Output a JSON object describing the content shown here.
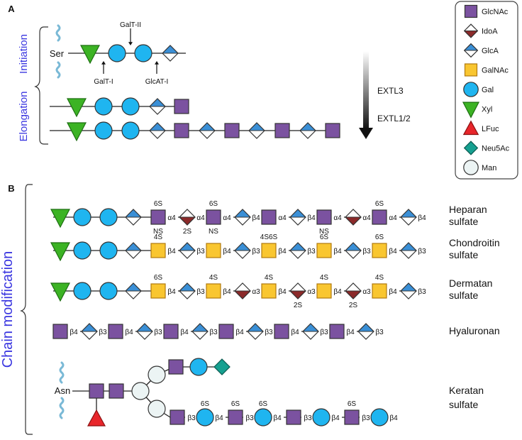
{
  "panel_labels": {
    "a": "A",
    "b": "B"
  },
  "side_labels": {
    "initiation": "Initiation",
    "elongation": "Elongation",
    "chain_modification": "Chain modification"
  },
  "colors": {
    "GlcNAc": "#7b52a0",
    "IdoA": "#8b2a2a",
    "GlcA": "#3a8fd6",
    "GalNAc": "#f9c630",
    "Gal": "#1fb5f0",
    "Xyl": "#3cb324",
    "LFuc": "#e8262b",
    "Neu5Ac": "#16a090",
    "Man": "#ecf4f4",
    "label_blue": "#3a36e0",
    "wave": "#7ab9d6"
  },
  "legend": [
    {
      "symbol": "GlcNAc",
      "label": "GlcNAc"
    },
    {
      "symbol": "IdoA",
      "label": "IdoA"
    },
    {
      "symbol": "GlcA",
      "label": "GlcA"
    },
    {
      "symbol": "GalNAc",
      "label": "GalNAc"
    },
    {
      "symbol": "Gal",
      "label": "Gal"
    },
    {
      "symbol": "Xyl",
      "label": "Xyl"
    },
    {
      "symbol": "LFuc",
      "label": "LFuc"
    },
    {
      "symbol": "Neu5Ac",
      "label": "Neu5Ac"
    },
    {
      "symbol": "Man",
      "label": "Man"
    }
  ],
  "panel_a": {
    "anchor": "Ser",
    "enzymes": {
      "galt2": "GalT-II",
      "galt1": "GalT-I",
      "glcat1": "GlcAT-I"
    },
    "initiation": [
      "Xyl",
      "Gal",
      "Gal",
      "GlcA"
    ],
    "elongation_1": [
      "Xyl",
      "Gal",
      "Gal",
      "GlcA",
      "GlcNAc"
    ],
    "elongation_2": [
      "Xyl",
      "Gal",
      "Gal",
      "GlcA",
      "GlcNAc",
      "GlcA",
      "GlcNAc",
      "GlcA",
      "GlcNAc",
      "GlcA",
      "GlcNAc"
    ],
    "arrow_labels": {
      "extl3": "EXTL3",
      "extl12": "EXTL1/2"
    }
  },
  "chains": [
    {
      "name": "Heparan sulfate",
      "name_lines": [
        "Heparan",
        "sulfate"
      ],
      "residues": [
        {
          "s": "Xyl"
        },
        {
          "s": "Gal"
        },
        {
          "s": "Gal"
        },
        {
          "s": "GlcA"
        },
        {
          "s": "GlcNAc",
          "top": "6S",
          "bottom": "NS",
          "link": "α4"
        },
        {
          "s": "IdoA",
          "bottom": "2S",
          "link": "α4"
        },
        {
          "s": "GlcNAc",
          "top": "6S",
          "bottom": "NS",
          "link": "α4"
        },
        {
          "s": "GlcA",
          "link": "β4"
        },
        {
          "s": "GlcNAc",
          "link": "α4"
        },
        {
          "s": "GlcA",
          "link": "β4"
        },
        {
          "s": "GlcNAc",
          "bottom": "NS",
          "link": "α4"
        },
        {
          "s": "IdoA",
          "link": "α4"
        },
        {
          "s": "GlcNAc",
          "top": "6S",
          "link": "α4"
        },
        {
          "s": "GlcA",
          "link": "β4"
        }
      ]
    },
    {
      "name": "Chondroitin sulfate",
      "name_lines": [
        "Chondroitin",
        "sulfate"
      ],
      "residues": [
        {
          "s": "Xyl"
        },
        {
          "s": "Gal"
        },
        {
          "s": "Gal"
        },
        {
          "s": "GlcA"
        },
        {
          "s": "GalNAc",
          "top": "4S",
          "link": "β4"
        },
        {
          "s": "GlcA",
          "link": "β3"
        },
        {
          "s": "GalNAc",
          "link": "β4"
        },
        {
          "s": "GlcA",
          "link": "β3"
        },
        {
          "s": "GalNAc",
          "top": "4S6S",
          "link": "β4"
        },
        {
          "s": "GlcA",
          "link": "β3"
        },
        {
          "s": "GalNAc",
          "top": "6S",
          "link": "β4"
        },
        {
          "s": "GlcA",
          "link": "β3"
        },
        {
          "s": "GalNAc",
          "top": "6S",
          "link": "β4"
        },
        {
          "s": "GlcA",
          "link": "β3"
        }
      ]
    },
    {
      "name": "Dermatan sulfate",
      "name_lines": [
        "Dermatan",
        "sulfate"
      ],
      "residues": [
        {
          "s": "Xyl"
        },
        {
          "s": "Gal"
        },
        {
          "s": "Gal"
        },
        {
          "s": "GlcA"
        },
        {
          "s": "GalNAc",
          "top": "6S",
          "link": "β4"
        },
        {
          "s": "GlcA",
          "link": "β3"
        },
        {
          "s": "GalNAc",
          "top": "4S",
          "link": "β4"
        },
        {
          "s": "IdoA",
          "link": "α3"
        },
        {
          "s": "GalNAc",
          "top": "4S",
          "link": "β4"
        },
        {
          "s": "IdoA",
          "bottom": "2S",
          "link": "α3"
        },
        {
          "s": "GalNAc",
          "top": "4S",
          "link": "β4"
        },
        {
          "s": "IdoA",
          "bottom": "2S",
          "link": "α3"
        },
        {
          "s": "GalNAc",
          "top": "4S",
          "link": "β4"
        },
        {
          "s": "GlcA",
          "link": "β3"
        }
      ]
    },
    {
      "name": "Hyaluronan",
      "name_lines": [
        "Hyaluronan"
      ],
      "residues": [
        {
          "s": "GlcNAc",
          "link": "β4"
        },
        {
          "s": "GlcA",
          "link": "β3"
        },
        {
          "s": "GlcNAc",
          "link": "β4"
        },
        {
          "s": "GlcA",
          "link": "β3"
        },
        {
          "s": "GlcNAc",
          "link": "β4"
        },
        {
          "s": "GlcA",
          "link": "β3"
        },
        {
          "s": "GlcNAc",
          "link": "β4"
        },
        {
          "s": "GlcA",
          "link": "β3"
        },
        {
          "s": "GlcNAc",
          "link": "β4"
        },
        {
          "s": "GlcA",
          "link": "β3"
        },
        {
          "s": "GlcNAc",
          "link": "β4"
        },
        {
          "s": "GlcA",
          "link": "β3"
        }
      ]
    }
  ],
  "keratan": {
    "name": "Keratan sulfate",
    "name_lines": [
      "Keratan",
      "sulfate"
    ],
    "anchor": "Asn",
    "core": [
      "GlcNAc",
      "GlcNAc",
      "Man"
    ],
    "fucose": "LFuc",
    "upper_branch": [
      "Man",
      "GlcNAc",
      "Gal",
      "Neu5Ac"
    ],
    "lower_branch": [
      {
        "s": "Man"
      },
      {
        "s": "GlcNAc",
        "link": "β3"
      },
      {
        "s": "Gal",
        "top": "6S",
        "link": "β4"
      },
      {
        "s": "GlcNAc",
        "top": "6S",
        "link": "β3"
      },
      {
        "s": "Gal",
        "top": "6S",
        "link": "β4"
      },
      {
        "s": "GlcNAc",
        "link": "β3"
      },
      {
        "s": "Gal",
        "link": "β4"
      },
      {
        "s": "GlcNAc",
        "top": "6S",
        "link": "β3"
      },
      {
        "s": "Gal",
        "link": "β4"
      }
    ]
  }
}
